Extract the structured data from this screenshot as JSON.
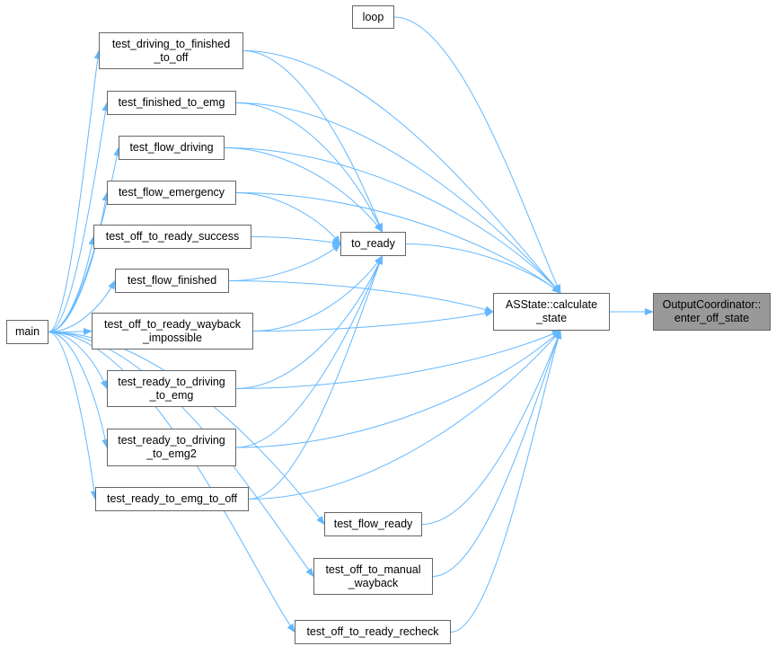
{
  "colors": {
    "edge": "#63b8ff",
    "node_border": "#666666",
    "highlight_fill": "#999999"
  },
  "nodes": {
    "loop": {
      "lines": [
        "loop"
      ]
    },
    "test_driving_to_finished_to_off": {
      "lines": [
        "test_driving_to_finished",
        "_to_off"
      ]
    },
    "test_finished_to_emg": {
      "lines": [
        "test_finished_to_emg"
      ]
    },
    "test_flow_driving": {
      "lines": [
        "test_flow_driving"
      ]
    },
    "test_flow_emergency": {
      "lines": [
        "test_flow_emergency"
      ]
    },
    "test_off_to_ready_success": {
      "lines": [
        "test_off_to_ready_success"
      ]
    },
    "to_ready": {
      "lines": [
        "to_ready"
      ]
    },
    "test_flow_finished": {
      "lines": [
        "test_flow_finished"
      ]
    },
    "asstate_calculate_state": {
      "lines": [
        "ASState::calculate",
        "_state"
      ]
    },
    "output_coordinator_enter_off_state": {
      "lines": [
        "OutputCoordinator::",
        "enter_off_state"
      ]
    },
    "main": {
      "lines": [
        "main"
      ]
    },
    "test_off_to_ready_wayback_impossible": {
      "lines": [
        "test_off_to_ready_wayback",
        "_impossible"
      ]
    },
    "test_ready_to_driving_to_emg": {
      "lines": [
        "test_ready_to_driving",
        "_to_emg"
      ]
    },
    "test_ready_to_driving_to_emg2": {
      "lines": [
        "test_ready_to_driving",
        "_to_emg2"
      ]
    },
    "test_ready_to_emg_to_off": {
      "lines": [
        "test_ready_to_emg_to_off"
      ]
    },
    "test_flow_ready": {
      "lines": [
        "test_flow_ready"
      ]
    },
    "test_off_to_manual_wayback": {
      "lines": [
        "test_off_to_manual",
        "_wayback"
      ]
    },
    "test_off_to_ready_recheck": {
      "lines": [
        "test_off_to_ready_recheck"
      ]
    }
  },
  "edges": [
    [
      "main",
      "test_driving_to_finished_to_off"
    ],
    [
      "main",
      "test_finished_to_emg"
    ],
    [
      "main",
      "test_flow_driving"
    ],
    [
      "main",
      "test_flow_emergency"
    ],
    [
      "main",
      "test_off_to_ready_success"
    ],
    [
      "main",
      "test_flow_finished"
    ],
    [
      "main",
      "test_off_to_ready_wayback_impossible"
    ],
    [
      "main",
      "test_ready_to_driving_to_emg"
    ],
    [
      "main",
      "test_ready_to_driving_to_emg2"
    ],
    [
      "main",
      "test_ready_to_emg_to_off"
    ],
    [
      "main",
      "test_flow_ready"
    ],
    [
      "main",
      "test_off_to_manual_wayback"
    ],
    [
      "main",
      "test_off_to_ready_recheck"
    ],
    [
      "test_driving_to_finished_to_off",
      "to_ready"
    ],
    [
      "test_finished_to_emg",
      "to_ready"
    ],
    [
      "test_flow_driving",
      "to_ready"
    ],
    [
      "test_flow_emergency",
      "to_ready"
    ],
    [
      "test_off_to_ready_success",
      "to_ready"
    ],
    [
      "test_flow_finished",
      "to_ready"
    ],
    [
      "test_off_to_ready_wayback_impossible",
      "to_ready"
    ],
    [
      "test_ready_to_driving_to_emg",
      "to_ready"
    ],
    [
      "test_ready_to_driving_to_emg2",
      "to_ready"
    ],
    [
      "test_ready_to_emg_to_off",
      "to_ready"
    ],
    [
      "loop",
      "asstate_calculate_state"
    ],
    [
      "test_driving_to_finished_to_off",
      "asstate_calculate_state"
    ],
    [
      "test_finished_to_emg",
      "asstate_calculate_state"
    ],
    [
      "test_flow_driving",
      "asstate_calculate_state"
    ],
    [
      "test_flow_emergency",
      "asstate_calculate_state"
    ],
    [
      "to_ready",
      "asstate_calculate_state"
    ],
    [
      "test_flow_finished",
      "asstate_calculate_state"
    ],
    [
      "test_off_to_ready_wayback_impossible",
      "asstate_calculate_state"
    ],
    [
      "test_ready_to_driving_to_emg",
      "asstate_calculate_state"
    ],
    [
      "test_ready_to_driving_to_emg2",
      "asstate_calculate_state"
    ],
    [
      "test_ready_to_emg_to_off",
      "asstate_calculate_state"
    ],
    [
      "test_flow_ready",
      "asstate_calculate_state"
    ],
    [
      "test_off_to_manual_wayback",
      "asstate_calculate_state"
    ],
    [
      "test_off_to_ready_recheck",
      "asstate_calculate_state"
    ],
    [
      "asstate_calculate_state",
      "output_coordinator_enter_off_state"
    ]
  ]
}
